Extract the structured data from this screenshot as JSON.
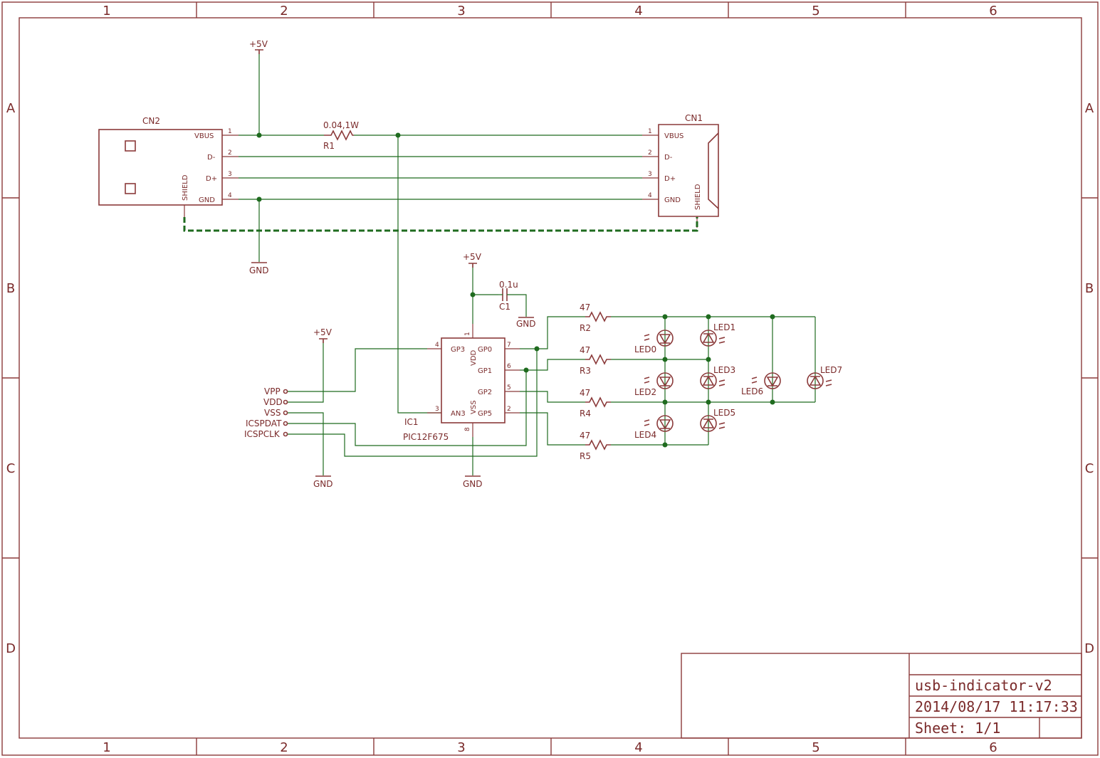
{
  "frame": {
    "columns": [
      "1",
      "2",
      "3",
      "4",
      "5",
      "6"
    ],
    "rows": [
      "A",
      "B",
      "C",
      "D"
    ]
  },
  "title_block": {
    "name": "usb-indicator-v2",
    "datetime": "2014/08/17  11:17:33",
    "sheet": "Sheet: 1/1"
  },
  "power": {
    "plus5v": "+5V",
    "gnd": "GND"
  },
  "cn2": {
    "ref": "CN2",
    "pins": [
      "VBUS",
      "D-",
      "D+",
      "GND"
    ],
    "shield": "SHIELD",
    "pin_numbers": [
      "1",
      "2",
      "3",
      "4"
    ]
  },
  "cn1": {
    "ref": "CN1",
    "pins": [
      "VBUS",
      "D-",
      "D+",
      "GND"
    ],
    "shield": "SHIELD",
    "pin_numbers": [
      "1",
      "2",
      "3",
      "4"
    ]
  },
  "r1": {
    "ref": "R1",
    "value": "0.04,1W"
  },
  "c1": {
    "ref": "C1",
    "value": "0.1u"
  },
  "ic1": {
    "ref": "IC1",
    "part": "PIC12F675",
    "pins_left": [
      "GP3",
      "AN3"
    ],
    "pins_right": [
      "GP0",
      "GP1",
      "GP2",
      "GP5"
    ],
    "vdd": "VDD",
    "vss": "VSS",
    "pin_numbers": {
      "gp3": "4",
      "an3": "3",
      "gp0": "7",
      "gp1": "6",
      "gp2": "5",
      "gp5": "2",
      "vdd": "1",
      "vss": "8"
    }
  },
  "icsp": [
    "VPP",
    "VDD",
    "VSS",
    "ICSPDAT",
    "ICSPCLK"
  ],
  "resistors": [
    {
      "ref": "R2",
      "value": "47"
    },
    {
      "ref": "R3",
      "value": "47"
    },
    {
      "ref": "R4",
      "value": "47"
    },
    {
      "ref": "R5",
      "value": "47"
    }
  ],
  "leds": [
    "LED0",
    "LED1",
    "LED2",
    "LED3",
    "LED4",
    "LED5",
    "LED6",
    "LED7"
  ]
}
